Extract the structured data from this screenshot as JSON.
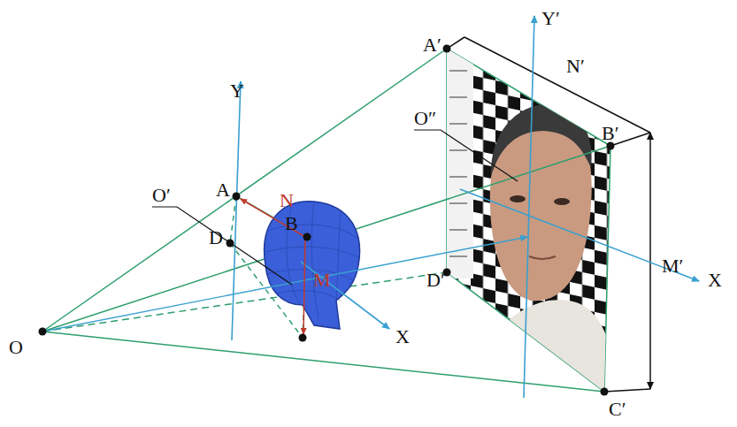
{
  "diagram": {
    "labels": [
      "O",
      "A",
      "B",
      "D",
      "O′",
      "N",
      "M",
      "Y",
      "X",
      "A′",
      "B′",
      "C′",
      "D′",
      "O″",
      "N′",
      "M′",
      "Y′",
      "X"
    ]
  }
}
